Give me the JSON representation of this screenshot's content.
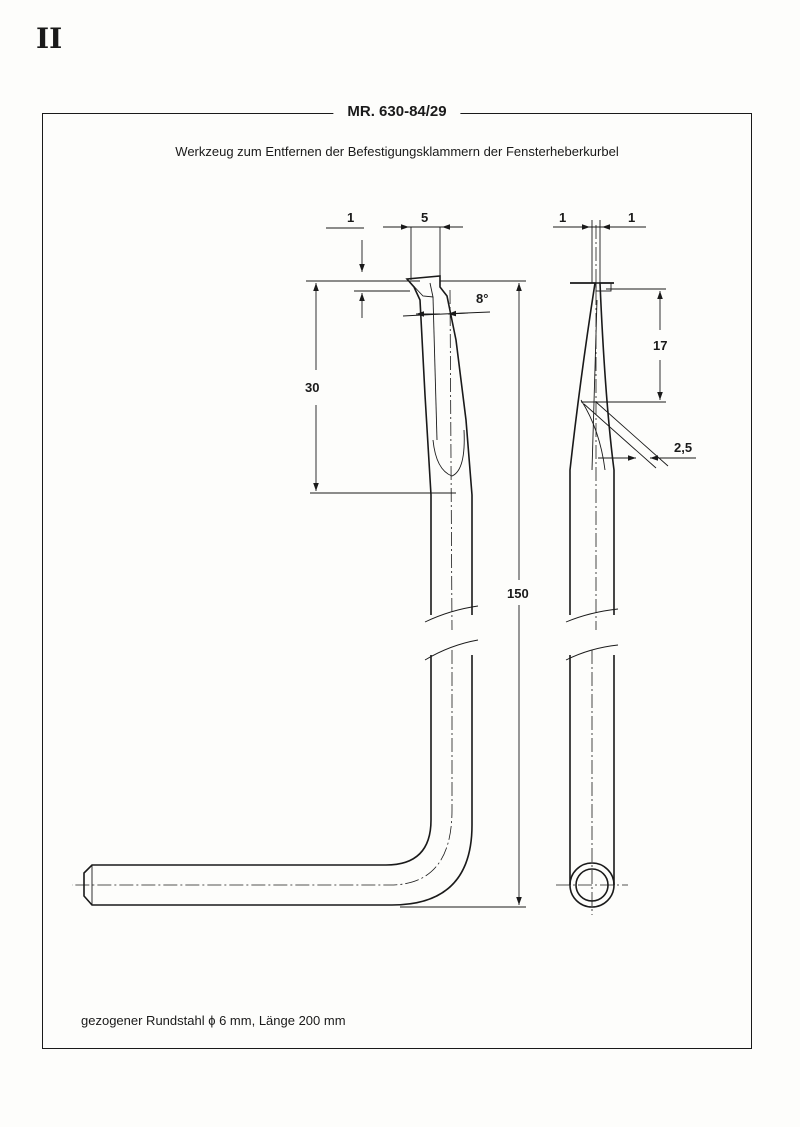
{
  "page_number": "II",
  "title": "MR. 630-84/29",
  "subtitle": "Werkzeug zum Entfernen der Befestigungsklammern der Fensterheberkurbel",
  "caption": "gezogener Rundstahl ϕ 6 mm, Länge 200 mm",
  "dimensions": {
    "tip_offset": "1",
    "tip_width": "5",
    "tip_angle": "8°",
    "taper_length": "30",
    "total_height": "150",
    "side_left": "1",
    "side_right": "1",
    "side_taper": "17",
    "side_thickness": "2,5"
  }
}
